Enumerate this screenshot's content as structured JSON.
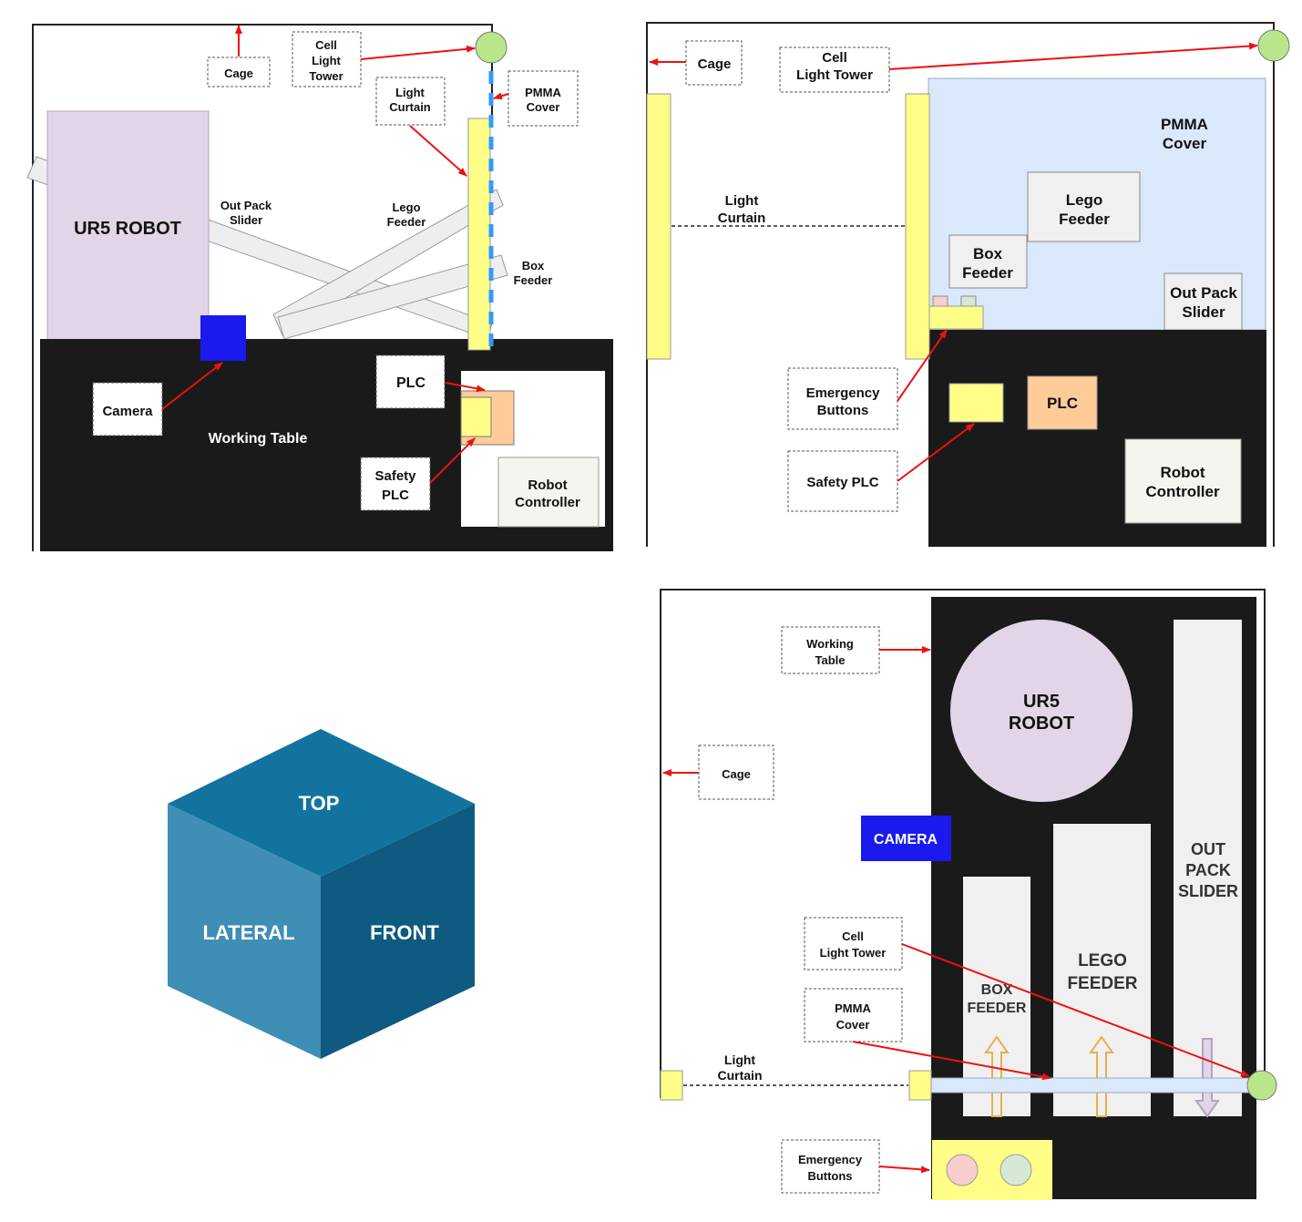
{
  "colors": {
    "table": "#1a1a1a",
    "ur5_robot": "#e1d5e7",
    "camera": "#1a1aee",
    "light_curtain": "#ffff88",
    "plc": "#ffcc99",
    "pmma_cover": "#dae8fc",
    "feeder": "#f0f0f0",
    "light_tower": "#b9e68b",
    "arrow": "#ee1111",
    "cube_top": "#12739f",
    "cube_left": "#3f8eb5",
    "cube_right": "#0e5a80"
  },
  "lateral_view": {
    "cage": "Cage",
    "cell_light_tower": [
      "Cell",
      "Light",
      "Tower"
    ],
    "light_curtain": [
      "Light",
      "Curtain"
    ],
    "pmma_cover": [
      "PMMA",
      "Cover"
    ],
    "ur5_robot": "UR5 ROBOT",
    "out_pack_slider": [
      "Out Pack",
      "Slider"
    ],
    "lego_feeder": [
      "Lego",
      "Feeder"
    ],
    "box_feeder": [
      "Box",
      "Feeder"
    ],
    "camera": "Camera",
    "working_table": "Working Table",
    "plc": "PLC",
    "safety_plc": [
      "Safety",
      "PLC"
    ],
    "robot_controller": [
      "Robot",
      "Controller"
    ]
  },
  "front_view": {
    "cage": "Cage",
    "cell_light_tower": [
      "Cell",
      "Light Tower"
    ],
    "light_curtain": [
      "Light",
      "Curtain"
    ],
    "pmma_cover": [
      "PMMA",
      "Cover"
    ],
    "lego_feeder": [
      "Lego",
      "Feeder"
    ],
    "box_feeder": [
      "Box",
      "Feeder"
    ],
    "out_pack_slider": [
      "Out Pack",
      "Slider"
    ],
    "emergency_buttons": [
      "Emergency",
      "Buttons"
    ],
    "plc": "PLC",
    "safety_plc": "Safety PLC",
    "robot_controller": [
      "Robot",
      "Controller"
    ]
  },
  "cube": {
    "top": "TOP",
    "lateral": "LATERAL",
    "front": "FRONT"
  },
  "top_view": {
    "working_table": [
      "Working",
      "Table"
    ],
    "cage": "Cage",
    "ur5_robot": [
      "UR5",
      "ROBOT"
    ],
    "camera": "CAMERA",
    "out_pack_slider": [
      "OUT",
      "PACK",
      "SLIDER"
    ],
    "lego_feeder": [
      "LEGO",
      "FEEDER"
    ],
    "box_feeder": [
      "BOX",
      "FEEDER"
    ],
    "cell_light_tower": [
      "Cell",
      "Light Tower"
    ],
    "pmma_cover": [
      "PMMA",
      "Cover"
    ],
    "light_curtain": [
      "Light",
      "Curtain"
    ],
    "emergency_buttons": [
      "Emergency",
      "Buttons"
    ]
  }
}
